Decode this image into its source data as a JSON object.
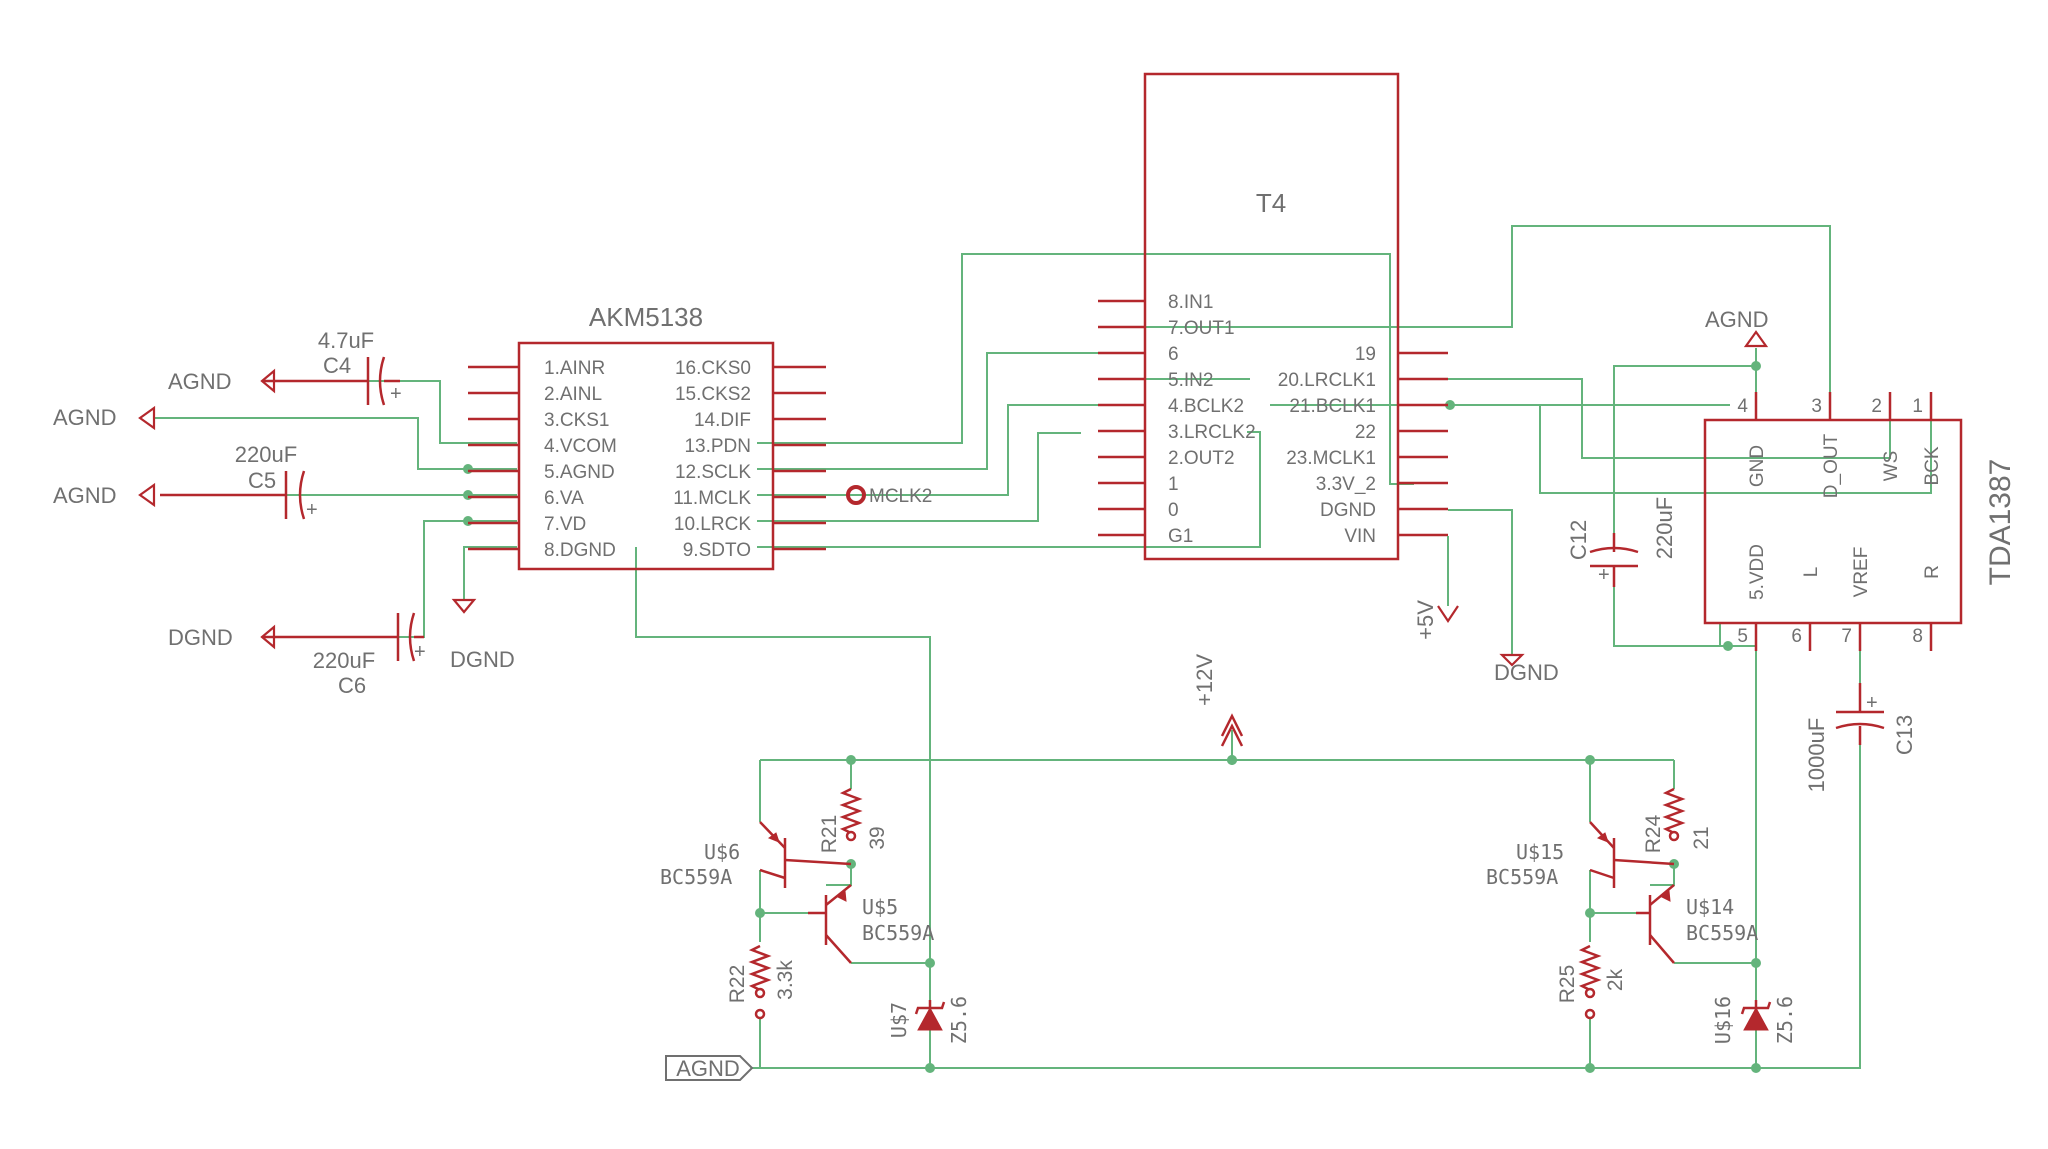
{
  "chips": {
    "akm": {
      "name": "AKM5138",
      "left_pins": [
        "1.AINR",
        "2.AINL",
        "3.CKS1",
        "4.VCOM",
        "5.AGND",
        "6.VA",
        "7.VD",
        "8.DGND"
      ],
      "right_pins": [
        "16.CKS0",
        "15.CKS2",
        "14.DIF",
        "13.PDN",
        "12.SCLK",
        "11.MCLK",
        "10.LRCK",
        "9.SDTO"
      ]
    },
    "t4": {
      "name": "T4",
      "left_pins": [
        "8.IN1",
        "7.OUT1",
        "6",
        "5.IN2",
        "4.BCLK2",
        "3.LRCLK2",
        "2.OUT2",
        "1",
        "0",
        "G1"
      ],
      "right_pins": [
        "19",
        "20.LRCLK1",
        "21.BCLK1",
        "22",
        "23.MCLK1",
        "3.3V_2",
        "DGND",
        "VIN"
      ]
    },
    "tda": {
      "name": "TDA1387",
      "top_nums": [
        "4",
        "3",
        "2",
        "1"
      ],
      "top_pins": [
        "GND",
        "D_OUT",
        "WS",
        "BCK"
      ],
      "bottom_pins": [
        "5.VDD",
        "L",
        "VREF",
        "R"
      ],
      "bottom_nums": [
        "5",
        "6",
        "7",
        "8"
      ]
    }
  },
  "caps": {
    "c4": {
      "name": "C4",
      "value": "4.7uF"
    },
    "c5": {
      "name": "C5",
      "value": "220uF"
    },
    "c6": {
      "name": "C6",
      "value": "220uF"
    },
    "c12": {
      "name": "C12",
      "value": "220uF"
    },
    "c13": {
      "name": "C13",
      "value": "1000uF"
    }
  },
  "supplies": {
    "agnd": "AGND",
    "dgnd": "DGND",
    "v5": "+5V",
    "v12": "+12V"
  },
  "mclk_label": "MCLK2",
  "polarity": "+",
  "left_reg": {
    "q1": {
      "name": "U$6",
      "part": "BC559A"
    },
    "q2": {
      "name": "U$5",
      "part": "BC559A"
    },
    "r_top": {
      "name": "R21",
      "value": "39"
    },
    "r_bot": {
      "name": "R22",
      "value": "3.3k"
    },
    "zener": {
      "name": "U$7",
      "value": "Z5.6"
    }
  },
  "right_reg": {
    "q1": {
      "name": "U$15",
      "part": "BC559A"
    },
    "q2": {
      "name": "U$14",
      "part": "BC559A"
    },
    "r_top": {
      "name": "R24",
      "value": "21"
    },
    "r_bot": {
      "name": "R25",
      "value": "2k"
    },
    "zener": {
      "name": "U$16",
      "value": "Z5.6"
    }
  },
  "colors": {
    "component": "#b4282d",
    "wire": "#64b47c",
    "text": "#707070"
  }
}
